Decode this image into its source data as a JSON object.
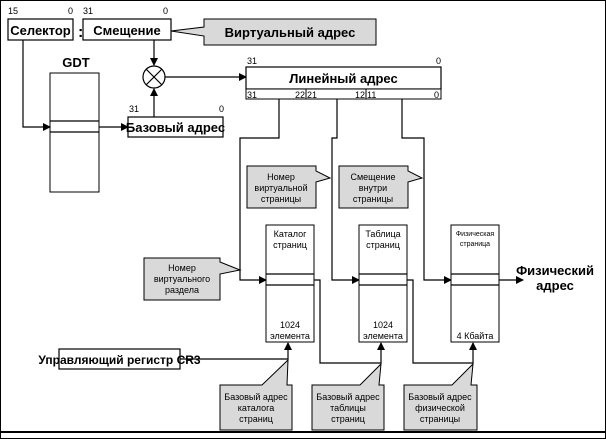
{
  "segment_address": {
    "selector": {
      "label": "Селектор",
      "bit_high": "15",
      "bit_low": "0"
    },
    "separator": ":",
    "offset": {
      "label": "Смещение",
      "bit_high": "31",
      "bit_low": "0"
    }
  },
  "virtual_address_callout": "Виртуальный адрес",
  "gdt": {
    "label": "GDT"
  },
  "base_address": {
    "label": "Базовый адрес",
    "bit_high": "31",
    "bit_low": "0"
  },
  "linear_address": {
    "label": "Линейный адрес",
    "bit_high": "31",
    "bit_low": "0",
    "fields": [
      {
        "high": "31",
        "low": "22"
      },
      {
        "high": "21",
        "low": "12"
      },
      {
        "high": "11",
        "low": "0"
      }
    ]
  },
  "callouts": {
    "virtual_page_number": [
      "Номер",
      "виртуальной",
      "страницы"
    ],
    "offset_in_page": [
      "Смещение",
      "внутри",
      "страницы"
    ],
    "virtual_section_number": [
      "Номер",
      "виртуального",
      "раздела"
    ],
    "directory_base": [
      "Базовый адрес",
      "каталога",
      "страниц"
    ],
    "table_base": [
      "Базовый адрес",
      "таблицы",
      "страниц"
    ],
    "page_base": [
      "Базовый адрес",
      "физической",
      "страницы"
    ]
  },
  "page_directory": {
    "title": [
      "Каталог",
      "страниц"
    ],
    "size": [
      "1024",
      "элемента"
    ]
  },
  "page_table": {
    "title": [
      "Таблица",
      "страниц"
    ],
    "size": [
      "1024",
      "элемента"
    ]
  },
  "physical_page": {
    "title": [
      "Физическая",
      "страница"
    ],
    "size": [
      "4 Кбайта"
    ]
  },
  "physical_address": [
    "Физический",
    "адрес"
  ],
  "cr3": {
    "label": "Управляющий регистр CR3"
  },
  "colors": {
    "callout_fill": "#d9d9d9",
    "stroke": "#000000",
    "background": "#ffffff"
  }
}
